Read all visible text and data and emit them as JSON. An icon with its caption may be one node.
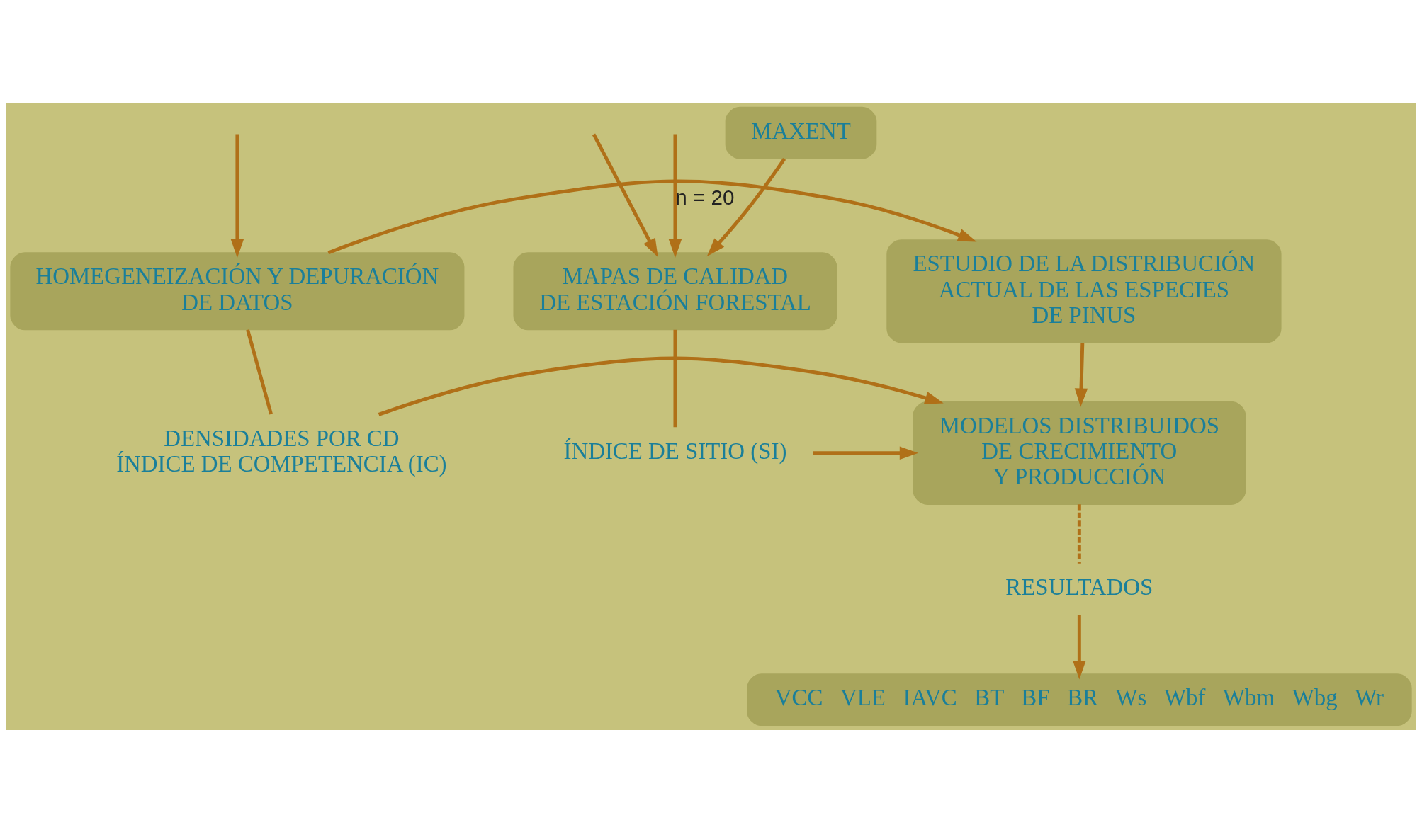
{
  "diagram": {
    "nodes": [
      {
        "text": [
          "MAXENT"
        ]
      },
      {
        "text": [
          "HOMEGENEIZACIÓN Y DEPURACIÓN DE DATOS"
        ]
      },
      {
        "text": [
          "ESTUDIO DE LA DISTRIBUCIÓN ACTUAL DE LAS ESPECIES DE PINUS"
        ]
      },
      {
        "text": [
          "MAPAS DE CALIDAD DE ESTACIÓN FORESTAL"
        ]
      },
      {
        "text": [
          "DENSIDADES POR CD",
          "ÍNDICE DE COMPETENCIA (IC)"
        ]
      },
      {
        "text": [
          "MODELOS DISTRIBUIDOS DE CRECIMIENTO Y PRODUCCIÓN"
        ]
      },
      {
        "text": [
          "ÍNDICE DE SITIO (SI)"
        ]
      },
      {
        "text": [
          "RESULTADOS"
        ]
      },
      {
        "text": [
          "VCC",
          "VLE",
          "IAVC",
          "BT",
          "BF",
          "BR",
          "Ws",
          "Wbf",
          "Wbm",
          "Wbg",
          "Wr"
        ]
      }
    ],
    "edges": [
      {
        "from": null,
        "to": 1,
        "arrow": "to"
      },
      {
        "from": null,
        "to": 3,
        "arrow": "to"
      },
      {
        "from": 0,
        "to": 3,
        "arrow": "to"
      },
      {
        "from": null,
        "to": 3,
        "arrow": "to",
        "label": "n = 20"
      },
      {
        "from": 1,
        "to": 2,
        "arrow": "to"
      },
      {
        "from": 1,
        "to": 4,
        "arrow": "none"
      },
      {
        "from": 2,
        "to": 5,
        "arrow": "to"
      },
      {
        "from": 3,
        "to": 6,
        "arrow": "none"
      },
      {
        "from": 4,
        "to": 5,
        "arrow": "to"
      },
      {
        "from": 6,
        "to": 5,
        "arrow": "to"
      },
      {
        "from": 5,
        "to": 7,
        "arrow": "none",
        "style": "dashed"
      },
      {
        "from": 7,
        "to": 8,
        "arrow": "to"
      }
    ]
  }
}
